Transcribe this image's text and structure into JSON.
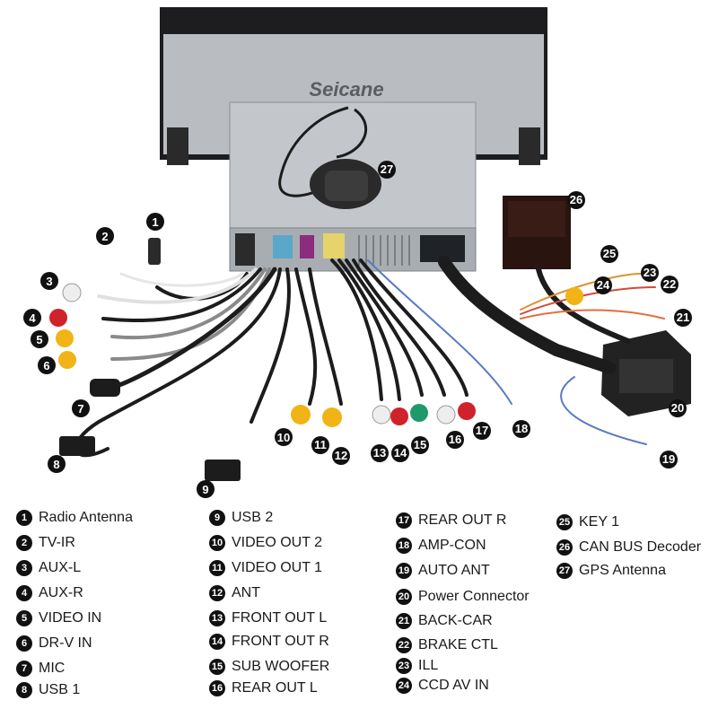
{
  "brand": "Seicane",
  "legend": [
    {
      "num": "1",
      "label": "Radio Antenna"
    },
    {
      "num": "2",
      "label": "TV-IR"
    },
    {
      "num": "3",
      "label": "AUX-L"
    },
    {
      "num": "4",
      "label": "AUX-R"
    },
    {
      "num": "5",
      "label": "VIDEO IN"
    },
    {
      "num": "6",
      "label": "DR-V IN"
    },
    {
      "num": "7",
      "label": "MIC"
    },
    {
      "num": "8",
      "label": "USB 1"
    },
    {
      "num": "9",
      "label": "USB 2"
    },
    {
      "num": "10",
      "label": "VIDEO OUT 2"
    },
    {
      "num": "11",
      "label": "VIDEO OUT 1"
    },
    {
      "num": "12",
      "label": "ANT"
    },
    {
      "num": "13",
      "label": "FRONT OUT L"
    },
    {
      "num": "14",
      "label": "FRONT OUT R"
    },
    {
      "num": "15",
      "label": "SUB WOOFER"
    },
    {
      "num": "16",
      "label": "REAR OUT L"
    },
    {
      "num": "17",
      "label": "REAR OUT R"
    },
    {
      "num": "18",
      "label": "AMP-CON"
    },
    {
      "num": "19",
      "label": "AUTO ANT"
    },
    {
      "num": "20",
      "label": "Power Connector"
    },
    {
      "num": "21",
      "label": "BACK-CAR"
    },
    {
      "num": "22",
      "label": "BRAKE CTL"
    },
    {
      "num": "23",
      "label": "ILL"
    },
    {
      "num": "24",
      "label": "CCD AV IN"
    },
    {
      "num": "25",
      "label": "KEY 1"
    },
    {
      "num": "26",
      "label": "CAN BUS Decoder"
    },
    {
      "num": "27",
      "label": "GPS Antenna"
    }
  ],
  "colors": {
    "badge": "#111111",
    "red_rca": "#d0222a",
    "yellow_rca": "#f0b416",
    "white_rca": "#eeeeee",
    "green_rca": "#1e9a6a",
    "cable": "#1c1c1c",
    "gray_wire": "#8a8a8a",
    "unit_body": "#b8bcc0"
  }
}
